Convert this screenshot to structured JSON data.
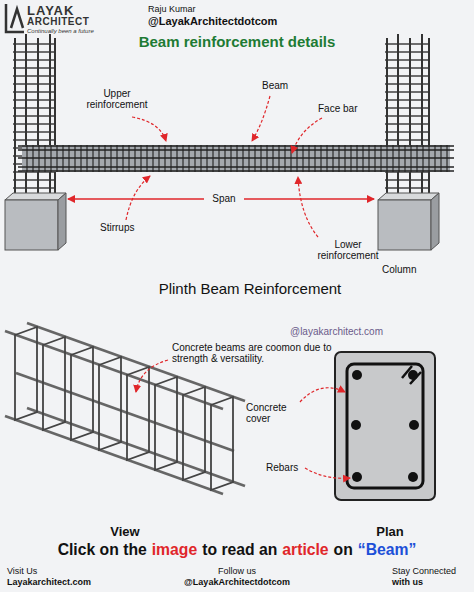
{
  "diagram": {
    "title": "Beam reinforcement details",
    "labels": [
      "LAYAK",
      "ARCHITECT",
      "Continually been a future",
      "Raju Kumar",
      "@LayakArchitectdotcom",
      "Upper reinforcement",
      "Beam",
      "Face bar",
      "Span",
      "Stirrups",
      "Lower reinforcement",
      "Column",
      "Plinth Beam Reinforcement",
      "Concrete beams are coomon due to strength & versatility.",
      "@layakarchitect.com",
      "Concrete cover",
      "Rebars",
      "View",
      "Plan",
      "Click on the",
      "image",
      "to read an",
      "article",
      "on",
      "“Beam”",
      "Visit Us",
      "Layakarchitect.com",
      "Follow us",
      "@LayakArchitectdotcom",
      "Stay Connected",
      "with us"
    ]
  }
}
